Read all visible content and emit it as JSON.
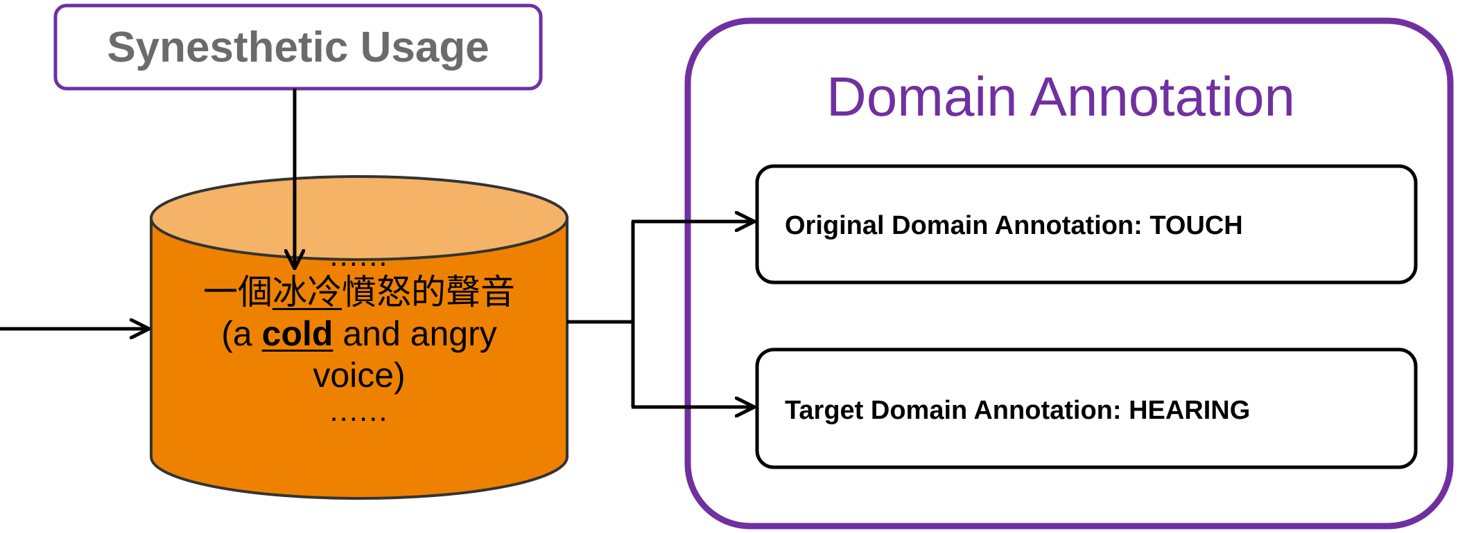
{
  "usage_box": {
    "label": "Synesthetic Usage"
  },
  "database": {
    "ellipsis_top": "......",
    "chinese_pre": "一個",
    "chinese_highlight": "冰冷",
    "chinese_post": "憤怒的聲音",
    "english_open": "(a ",
    "english_highlight": "cold",
    "english_rest": " and angry",
    "english_line2": "voice)",
    "ellipsis_bottom": "......"
  },
  "annotation_panel": {
    "title": "Domain Annotation",
    "original": "Original Domain Annotation: TOUCH",
    "target": "Target Domain Annotation: HEARING"
  },
  "colors": {
    "purple": "#7030a0",
    "cylinder_body": "#ee8200",
    "cylinder_top": "#f4b366",
    "label_gray": "#6b6b6b"
  }
}
